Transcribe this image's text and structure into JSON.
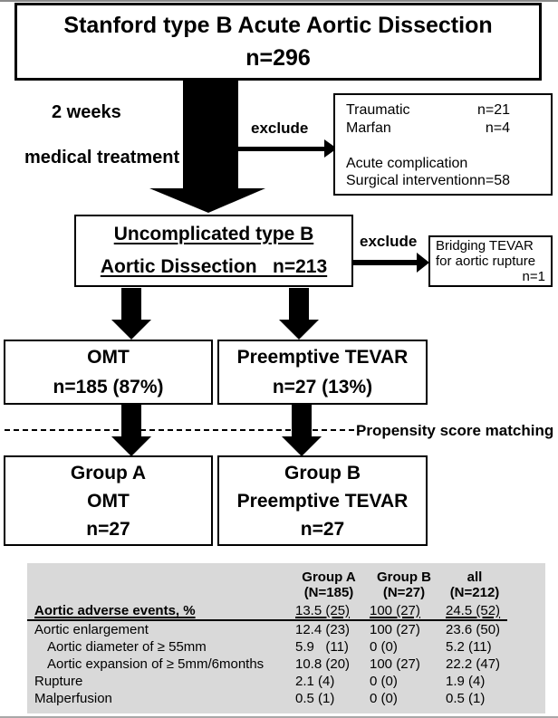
{
  "figure": {
    "top_box": {
      "line1": "Stanford type B Acute Aortic Dissection",
      "line2": "n=296"
    },
    "side_note": {
      "line1": "2 weeks",
      "line2": "medical treatment"
    },
    "exclude1": {
      "label": "exclude",
      "rows": [
        {
          "name": "Traumatic",
          "n": "n=21"
        },
        {
          "name": "Marfan",
          "n": "n=4"
        },
        {
          "name": " ",
          "n": ""
        },
        {
          "name": "Acute complication",
          "n": ""
        },
        {
          "name": "Surgical intervention",
          "n": "n=58"
        }
      ]
    },
    "uncomplicated_box": {
      "line1": "Uncomplicated type B",
      "line2": "Aortic Dissection   n=213"
    },
    "exclude2": {
      "label": "exclude",
      "box": {
        "line1": "Bridging TEVAR",
        "line2": "for aortic rupture",
        "line3": "n=1"
      }
    },
    "omt_box": {
      "line1": "OMT",
      "line2": "n=185 (87%)"
    },
    "tevar_box": {
      "line1": "Preemptive TEVAR",
      "line2": "n=27 (13%)"
    },
    "matching_label": "Propensity score matching",
    "group_a_box": {
      "line1": "Group A",
      "line2": "OMT",
      "line3": "n=27"
    },
    "group_b_box": {
      "line1": "Group B",
      "line2": "Preemptive TEVAR",
      "line3": "n=27"
    }
  },
  "table": {
    "columns": [
      {
        "name": "Group A",
        "n": "(N=185)"
      },
      {
        "name": "Group B",
        "n": "(N=27)"
      },
      {
        "name": "all",
        "n": "(N=212)"
      }
    ],
    "rows": [
      {
        "label": "Aortic adverse events, %",
        "a": "13.5 (25)",
        "b": "100 (27)",
        "all": "24.5 (52)"
      },
      {
        "label": "Aortic enlargement",
        "a": "12.4 (23)",
        "b": "100 (27)",
        "all": "23.6 (50)"
      },
      {
        "label": "Aortic diameter of ≥ 55mm",
        "a": "5.9   (11)",
        "b": "0 (0)",
        "all": "5.2 (11)"
      },
      {
        "label": "Aortic expansion of ≥ 5mm/6months",
        "a": "10.8 (20)",
        "b": "100 (27)",
        "all": "22.2 (47)"
      },
      {
        "label": "Rupture",
        "a": "2.1 (4)",
        "b": "0 (0)",
        "all": "1.9 (4)"
      },
      {
        "label": "Malperfusion",
        "a": "0.5 (1)",
        "b": "0 (0)",
        "all": "0.5 (1)"
      }
    ]
  }
}
